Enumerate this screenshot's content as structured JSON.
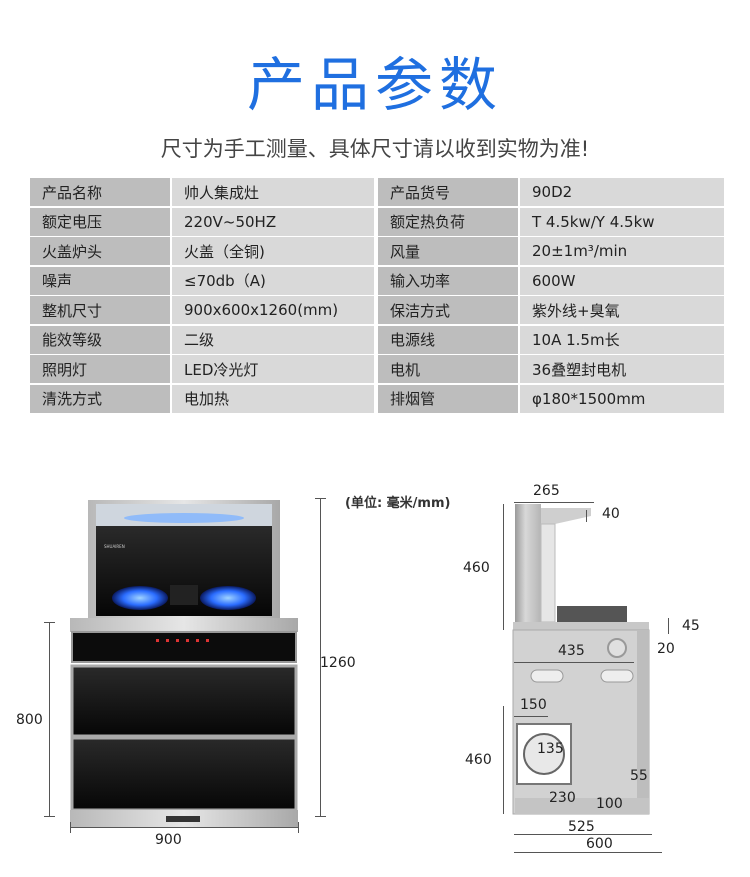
{
  "header": {
    "title": "产品参数",
    "subtitle": "尺寸为手工测量、具体尺寸请以收到实物为准!"
  },
  "specs": [
    {
      "l1": "产品名称",
      "v1": "帅人集成灶",
      "l2": "产品货号",
      "v2": "90D2"
    },
    {
      "l1": "额定电压",
      "v1": "220V~50HZ",
      "l2": "额定热负荷",
      "v2": "T 4.5kw/Y 4.5kw"
    },
    {
      "l1": "火盖炉头",
      "v1": "火盖（全铜)",
      "l2": "风量",
      "v2": "20±1m³/min"
    },
    {
      "l1": "噪声",
      "v1": "≤70db（A)",
      "l2": "输入功率",
      "v2": "600W"
    },
    {
      "l1": "整机尺寸",
      "v1": "900x600x1260(mm)",
      "l2": "保洁方式",
      "v2": "紫外线+臭氧"
    },
    {
      "l1": "能效等级",
      "v1": "二级",
      "l2": "电源线",
      "v2": "10A  1.5m长"
    },
    {
      "l1": "照明灯",
      "v1": "LED冷光灯",
      "l2": "电机",
      "v2": "36叠塑封电机"
    },
    {
      "l1": "清洗方式",
      "v1": "电加热",
      "l2": "排烟管",
      "v2": "φ180*1500mm"
    }
  ],
  "front": {
    "unit_label": "(单位: 毫米/mm)",
    "brand": "SHUAIREN",
    "height_total": "1260",
    "height_cabinet": "800",
    "width": "900"
  },
  "side": {
    "d265": "265",
    "d40": "40",
    "d460a": "460",
    "d45": "45",
    "d435": "435",
    "d20": "20",
    "d150": "150",
    "d135": "135",
    "d460b": "460",
    "d55": "55",
    "d230": "230",
    "d100": "100",
    "d525": "525",
    "d600": "600"
  }
}
